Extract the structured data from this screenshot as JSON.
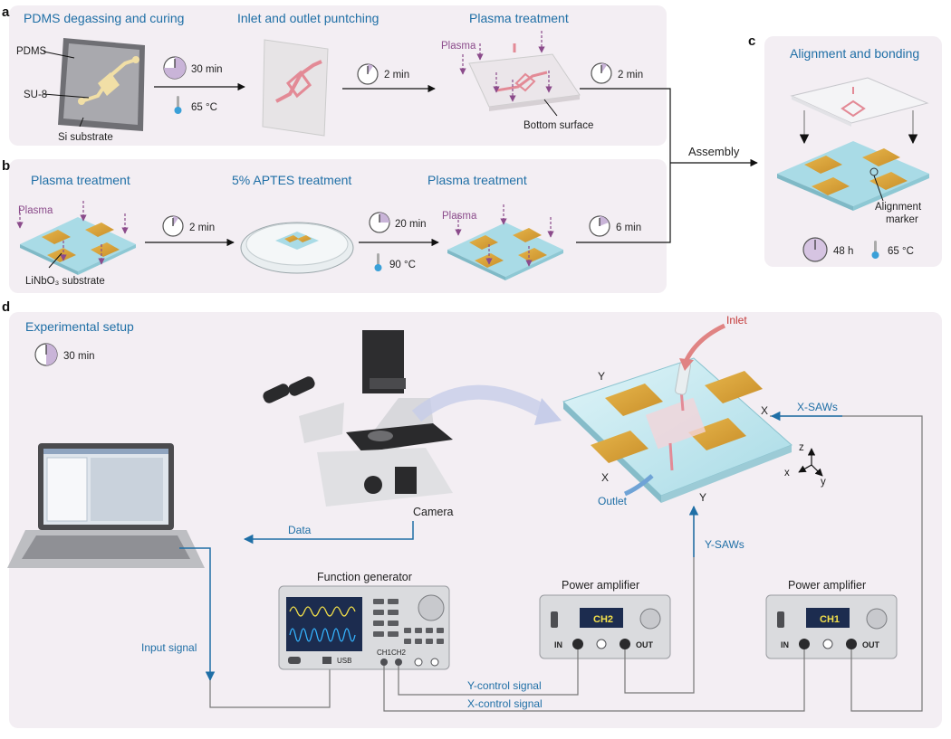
{
  "panels": {
    "a": {
      "letter": "a",
      "steps": [
        {
          "title": "PDMS degassing and curing",
          "time": "30 min",
          "temp": "65 °C"
        },
        {
          "title": "Inlet and outlet puntching",
          "time": "2 min"
        },
        {
          "title": "Plasma treatment",
          "time": "2 min"
        }
      ],
      "labels": {
        "pdms": "PDMS",
        "su8": "SU-8",
        "si": "Si substrate",
        "plasma": "Plasma",
        "bottom": "Bottom surface"
      }
    },
    "b": {
      "letter": "b",
      "steps": [
        {
          "title": "Plasma treatment",
          "time": "2 min"
        },
        {
          "title": "5% APTES treatment",
          "time": "20 min",
          "temp": "90 °C"
        },
        {
          "title": "Plasma treatment",
          "time": "6 min"
        }
      ],
      "labels": {
        "plasma": "Plasma",
        "substrate": "LiNbO₃ substrate",
        "plasma2": "Plasma"
      }
    },
    "c": {
      "letter": "c",
      "title": "Alignment and bonding",
      "marker": [
        "Alignment",
        "marker"
      ],
      "time": "48 h",
      "temp": "65 °C"
    },
    "assembly": "Assembly",
    "d": {
      "letter": "d",
      "title": "Experimental setup",
      "time": "30 min",
      "labels": {
        "inlet": "Inlet",
        "outlet": "Outlet",
        "camera": "Camera",
        "data": "Data",
        "xsaws": "X-SAWs",
        "ysaws": "Y-SAWs",
        "function_generator": "Function generator",
        "power_amp1": "Power amplifier",
        "power_amp2": "Power amplifier",
        "input_signal": "Input signal",
        "y_control": "Y-control signal",
        "x_control": "X-control signal",
        "ch1": "CH1",
        "ch2": "CH2",
        "usb": "USB",
        "in": "IN",
        "out": "OUT",
        "amp1_display": "CH2",
        "amp2_display": "CH1",
        "axis_x": "x",
        "axis_y": "y",
        "axis_z": "z",
        "idt_x": "X",
        "idt_y": "Y"
      }
    }
  }
}
